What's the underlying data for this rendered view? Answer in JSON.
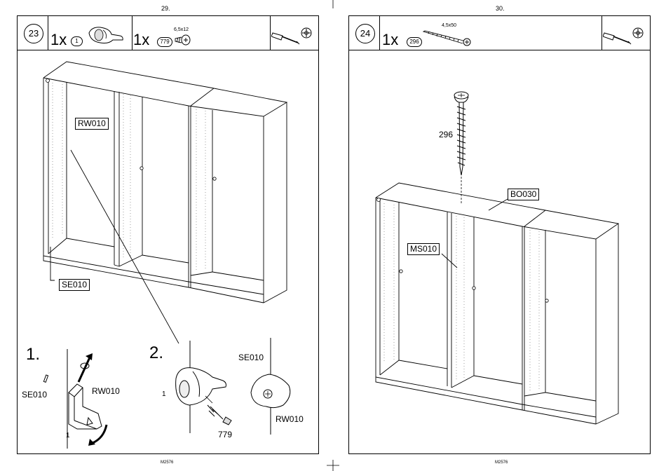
{
  "left_page": {
    "page_number": "29.",
    "step": "23",
    "parts": [
      {
        "qty": "1x",
        "part_no": "1",
        "icon": "cam-connector-icon"
      },
      {
        "qty": "1x",
        "part_no": "779",
        "spec": "6,5x12",
        "icon": "short-screw-icon"
      }
    ],
    "tools_icon": "screwdriver-phillips-icon",
    "labels": {
      "rw010": "RW010",
      "se010": "SE010"
    },
    "detail_1": {
      "number": "1.",
      "se010": "SE010",
      "rw010": "RW010",
      "part": "1"
    },
    "detail_2": {
      "number": "2.",
      "part1": "1",
      "part779": "779",
      "se010": "SE010",
      "rw010": "RW010"
    },
    "footer": "M2576"
  },
  "right_page": {
    "page_number": "30.",
    "step": "24",
    "parts": [
      {
        "qty": "1x",
        "part_no": "296",
        "spec": "4,5x50",
        "icon": "long-screw-icon"
      }
    ],
    "tools_icon": "screwdriver-phillips-icon",
    "screw_label": "296",
    "labels": {
      "bo030": "BO030",
      "ms010": "MS010"
    },
    "footer": "M2576"
  }
}
